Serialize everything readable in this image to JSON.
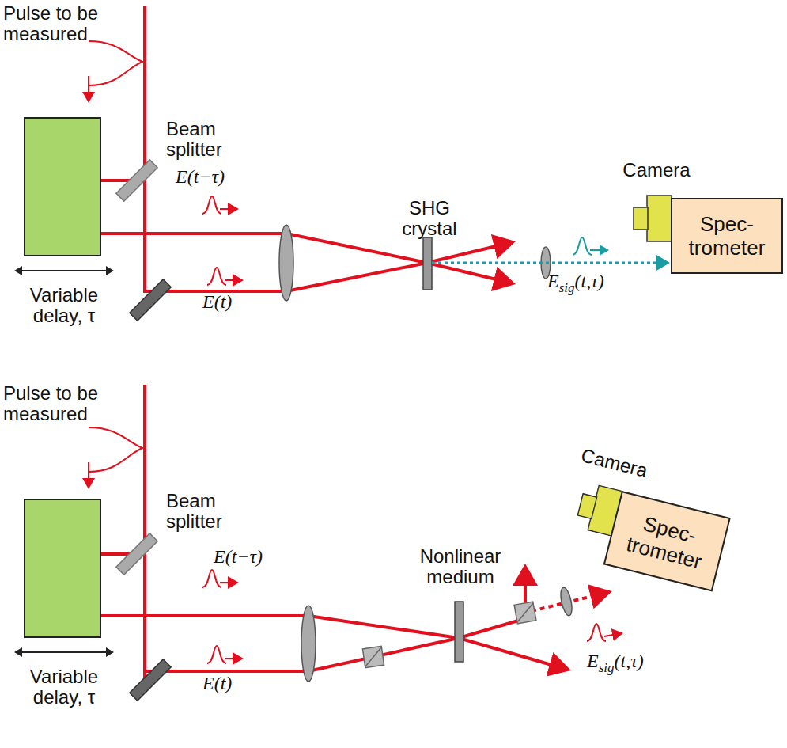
{
  "diagram": {
    "nodes": [
      {
        "text": [
          "Variable delay, τ"
        ]
      },
      {
        "text": [
          "Camera"
        ]
      },
      {
        "text": [
          "Spec- trometer"
        ]
      },
      {
        "text": [
          "Variable delay, τ"
        ]
      },
      {
        "text": [
          "Camera"
        ]
      },
      {
        "text": [
          "Spec- trometer"
        ]
      }
    ],
    "labels": [
      "Pulse to be measured",
      "Beam splitter",
      "E(t−τ)",
      "E(t)",
      "SHG crystal",
      "Esig(t,τ)",
      "Pulse to be measured",
      "Beam splitter",
      "E(t−τ)",
      "E(t)",
      "Nonlinear medium",
      "Esig(t,τ)"
    ]
  }
}
